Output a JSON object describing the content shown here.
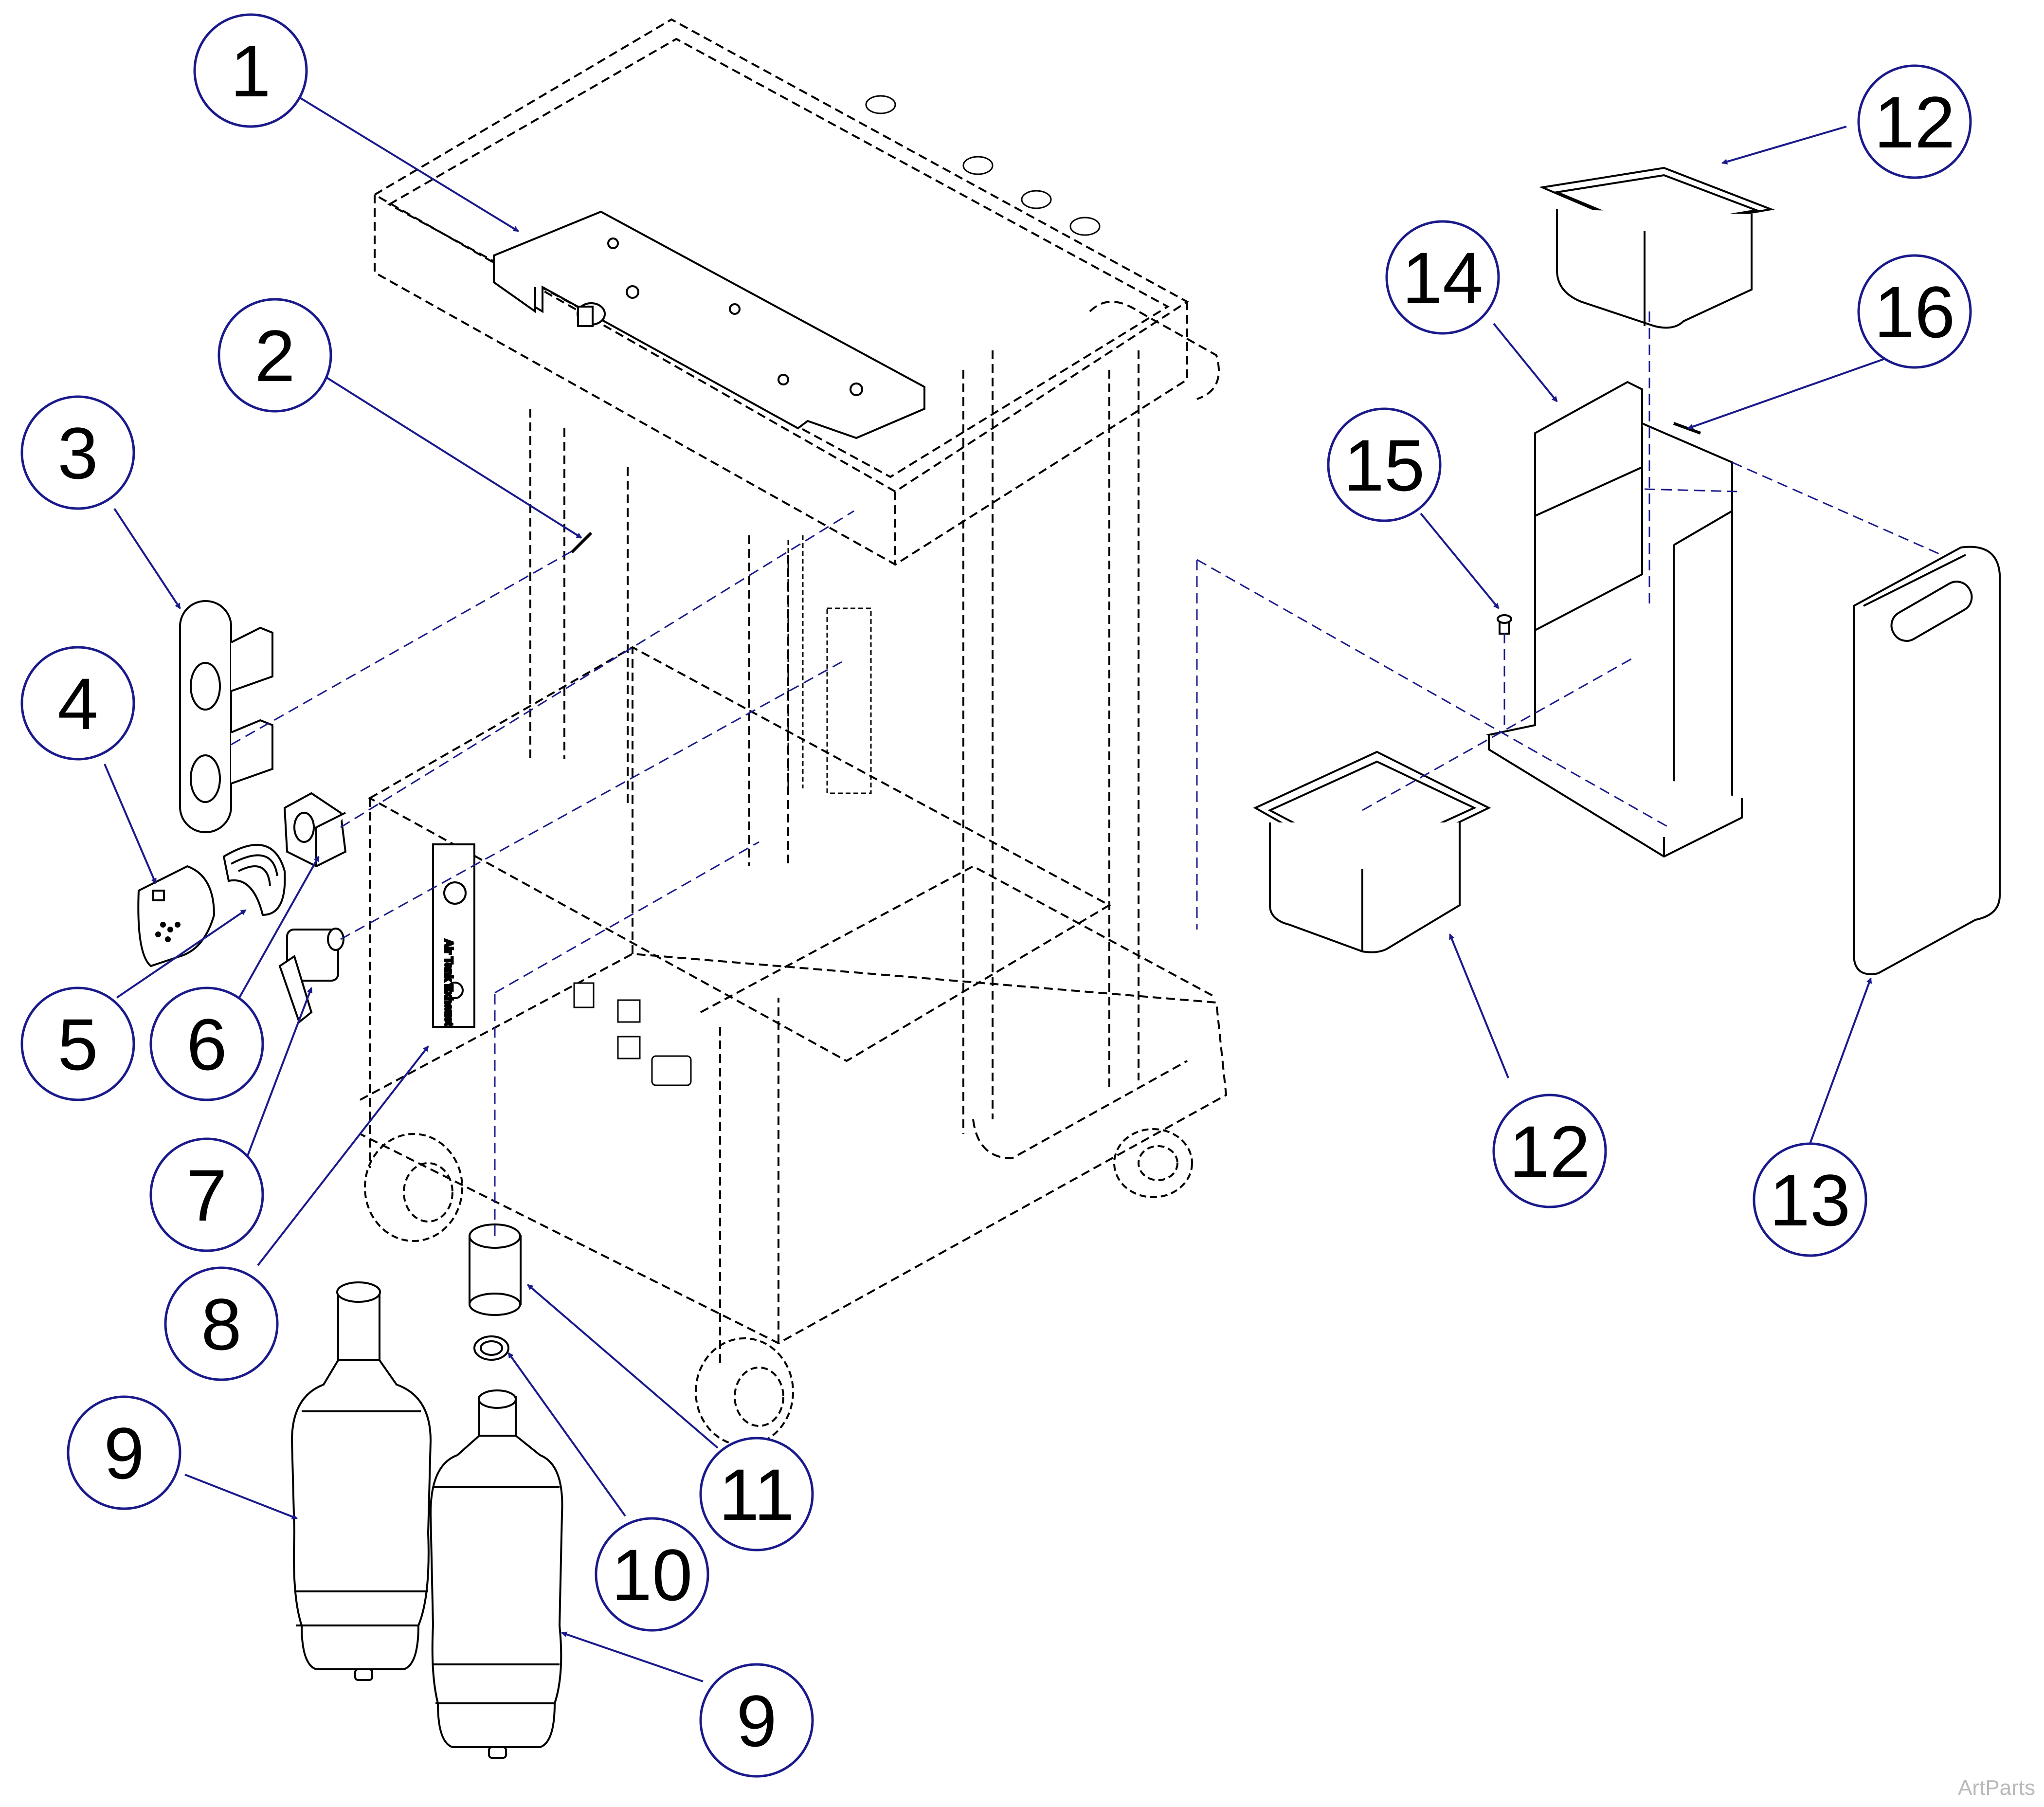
{
  "diagram": {
    "callout_color": "#1a1a8c",
    "line_color": "#000000",
    "callouts": [
      {
        "id": "c1",
        "label": "1"
      },
      {
        "id": "c2",
        "label": "2"
      },
      {
        "id": "c3",
        "label": "3"
      },
      {
        "id": "c4",
        "label": "4"
      },
      {
        "id": "c5",
        "label": "5"
      },
      {
        "id": "c6",
        "label": "6"
      },
      {
        "id": "c7",
        "label": "7"
      },
      {
        "id": "c8",
        "label": "8"
      },
      {
        "id": "c9a",
        "label": "9"
      },
      {
        "id": "c9b",
        "label": "9"
      },
      {
        "id": "c10",
        "label": "10"
      },
      {
        "id": "c11",
        "label": "11"
      },
      {
        "id": "c12a",
        "label": "12"
      },
      {
        "id": "c12b",
        "label": "12"
      },
      {
        "id": "c13",
        "label": "13"
      },
      {
        "id": "c14",
        "label": "14"
      },
      {
        "id": "c15",
        "label": "15"
      },
      {
        "id": "c16",
        "label": "16"
      }
    ],
    "plate_label": "Air Tank Exhaust",
    "watermark": "ArtParts"
  }
}
